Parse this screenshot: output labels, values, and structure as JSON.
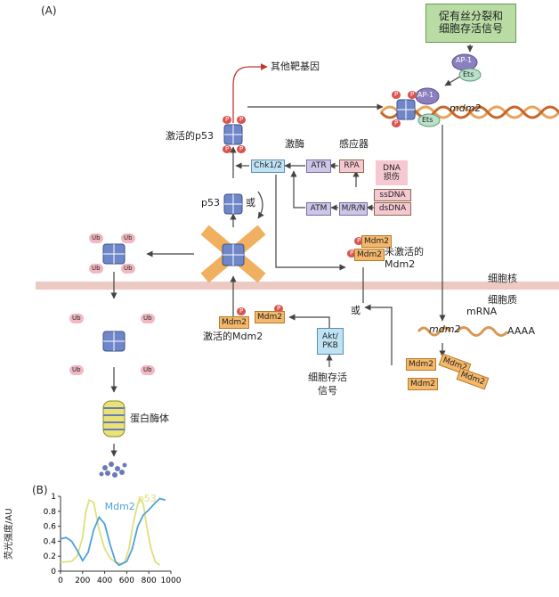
{
  "panel_a": {
    "label": "(A)",
    "signal_box": "促有丝分裂和\n细胞存活信号",
    "ap1": "AP-1",
    "ets": "Ets",
    "mdm2_gene": "mdm2",
    "other_targets": "其他靶基因",
    "activated_p53": "激活的p53",
    "kinase": "激酶",
    "sensor": "感应器",
    "chk12": "Chk1/2",
    "atr": "ATR",
    "rpa": "RPA",
    "dna_damage": "DNA\n损伤",
    "ssdna": "ssDNA",
    "dsdna": "dsDNA",
    "atm": "ATM",
    "mrn": "M/R/N",
    "p53": "p53",
    "or": "或",
    "or2": "或",
    "ub": "Ub",
    "p": "P",
    "mdm2": "Mdm2",
    "inactive_mdm2": "未激活的\nMdm2",
    "nucleus": "细胞核",
    "cytoplasm": "细胞质",
    "mrna": "mRNA",
    "mdm2_mrna": "mdm2",
    "polya": "AAAA",
    "active_mdm2": "激活的Mdm2",
    "akt": "Akt/\nPKB",
    "survival_signal": "细胞存活\n信号",
    "proteasome": "蛋白酶体"
  },
  "panel_b": {
    "label": "(B)",
    "chart_data": {
      "type": "line",
      "ylabel": "荧光强度/AU",
      "xlim": [
        0,
        1000
      ],
      "ylim": [
        0,
        1
      ],
      "x_ticks": [
        "0",
        "200",
        "400",
        "600",
        "800",
        "1000"
      ],
      "y_ticks": [
        "0",
        "0.2",
        "0.4",
        "0.6",
        "0.8",
        "1"
      ],
      "series": [
        {
          "name": "p53",
          "color": "#dfe07a",
          "x": [
            0,
            100,
            150,
            200,
            230,
            260,
            300,
            350,
            400,
            450,
            500,
            550,
            580,
            620,
            660,
            700,
            720,
            750,
            780,
            820,
            860,
            900
          ],
          "y": [
            0.12,
            0.13,
            0.2,
            0.45,
            0.8,
            0.95,
            0.92,
            0.55,
            0.3,
            0.17,
            0.12,
            0.1,
            0.12,
            0.3,
            0.65,
            0.9,
            0.97,
            0.9,
            0.6,
            0.3,
            0.12,
            0.08
          ]
        },
        {
          "name": "Mdm2",
          "color": "#4ea2d9",
          "x": [
            0,
            50,
            100,
            150,
            200,
            250,
            300,
            350,
            400,
            450,
            500,
            530,
            560,
            600,
            650,
            700,
            750,
            800,
            850,
            900,
            950
          ],
          "y": [
            0.43,
            0.45,
            0.4,
            0.28,
            0.14,
            0.25,
            0.55,
            0.72,
            0.63,
            0.35,
            0.12,
            0.08,
            0.1,
            0.13,
            0.3,
            0.6,
            0.75,
            0.82,
            0.9,
            0.97,
            0.95
          ]
        }
      ]
    }
  }
}
